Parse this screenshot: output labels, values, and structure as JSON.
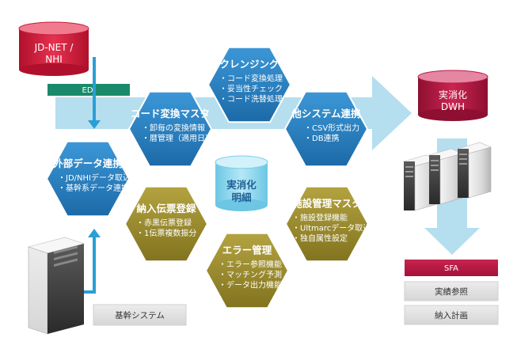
{
  "sources": {
    "jdnet_line1": "JD-NET /",
    "jdnet_line2": "NHI",
    "edi_label": "EDI",
    "core_system_label": "基幹システム"
  },
  "center_db": {
    "line1": "実消化",
    "line2": "明細"
  },
  "hexes": {
    "cleansing": {
      "title": "クレンジング",
      "items": [
        "・コード変換処理",
        "・妥当性チェック",
        "・コード洗替処理"
      ]
    },
    "code_master": {
      "title": "コード変換マスタ",
      "items": [
        "・卸毎の変換情報",
        "・暦管理（適用日）"
      ]
    },
    "other_system": {
      "title": "他システム連携",
      "items": [
        "・CSV形式出力",
        "・DB連携"
      ]
    },
    "external": {
      "title": "外部データ連携",
      "items": [
        "・JD/NHIデータ取込",
        "・基幹系データ連携"
      ]
    },
    "delivery_slip": {
      "title": "納入伝票登録",
      "items": [
        "・赤黒伝票登録",
        "・1伝票複数振分"
      ]
    },
    "facility_master": {
      "title": "施設管理マスタ",
      "items": [
        "・施設登録機能",
        "・Ultmarcデータ取込",
        "・独自属性設定"
      ]
    },
    "error_mgmt": {
      "title": "エラー管理",
      "items": [
        "・エラー参照機能",
        "・マッチング予測",
        "・データ出力機能"
      ]
    }
  },
  "output": {
    "dwh_line1": "実消化",
    "dwh_line2": "DWH",
    "sfa_label": "SFA",
    "results_label": "実績参照",
    "plan_label": "納入計画"
  },
  "colors": {
    "blue_hex": "#2a81c2",
    "gold_hex": "#9b8b2e",
    "red_db": "#d6193c",
    "crimson_db": "#b6143f",
    "edi_green": "#1b8a6a",
    "arrow_blue": "#9fd3ea",
    "cyan_db": "#8fd8ee"
  },
  "icons": {
    "server": "server-icon",
    "database": "database-icon"
  }
}
